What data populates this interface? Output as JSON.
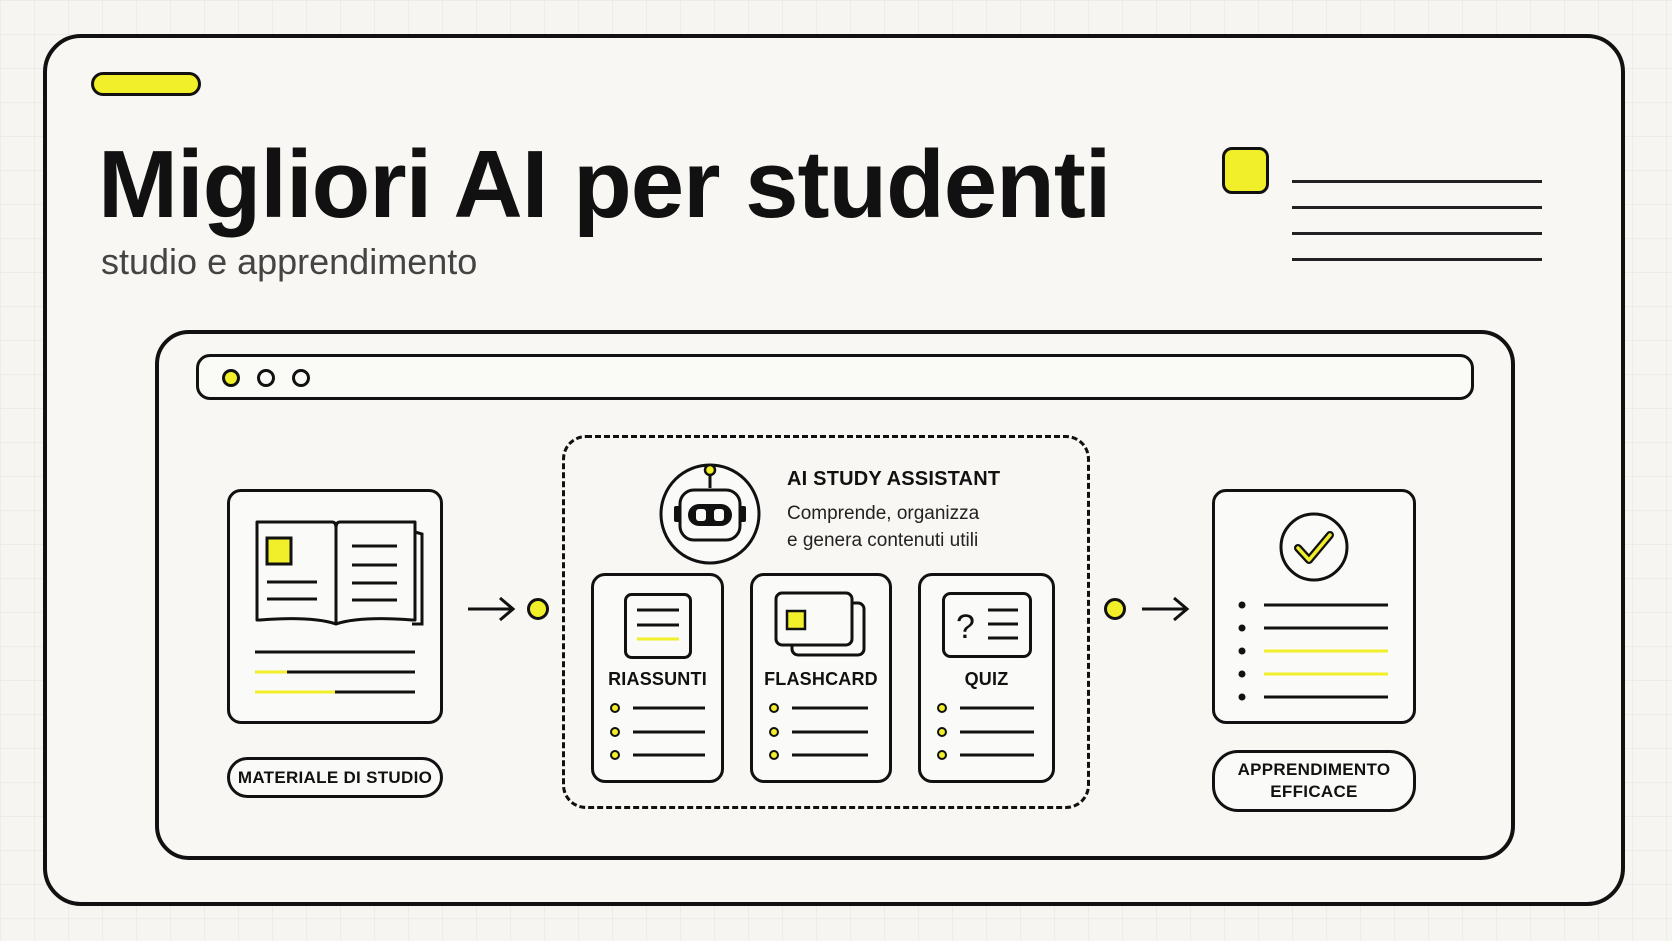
{
  "header": {
    "title": "Migliori AI per studenti",
    "subtitle": "studio e apprendimento"
  },
  "diagram": {
    "input_label": "MATERIALE DI STUDIO",
    "assistant": {
      "title": "AI STUDY ASSISTANT",
      "description_line1": "Comprende, organizza",
      "description_line2": "e genera contenuti utili",
      "icon": "robot-icon"
    },
    "tools": [
      {
        "label": "RIASSUNTI",
        "icon": "summary-icon"
      },
      {
        "label": "FLASHCARD",
        "icon": "flashcard-icon"
      },
      {
        "label": "QUIZ",
        "icon": "quiz-icon"
      }
    ],
    "output_label_line1": "APPRENDIMENTO",
    "output_label_line2": "EFFICACE",
    "input_icon": "open-book-icon",
    "output_icon": "checkmark-icon"
  },
  "colors": {
    "accent": "#f0ef2a",
    "ink": "#111111",
    "background": "#f6f5f1"
  }
}
